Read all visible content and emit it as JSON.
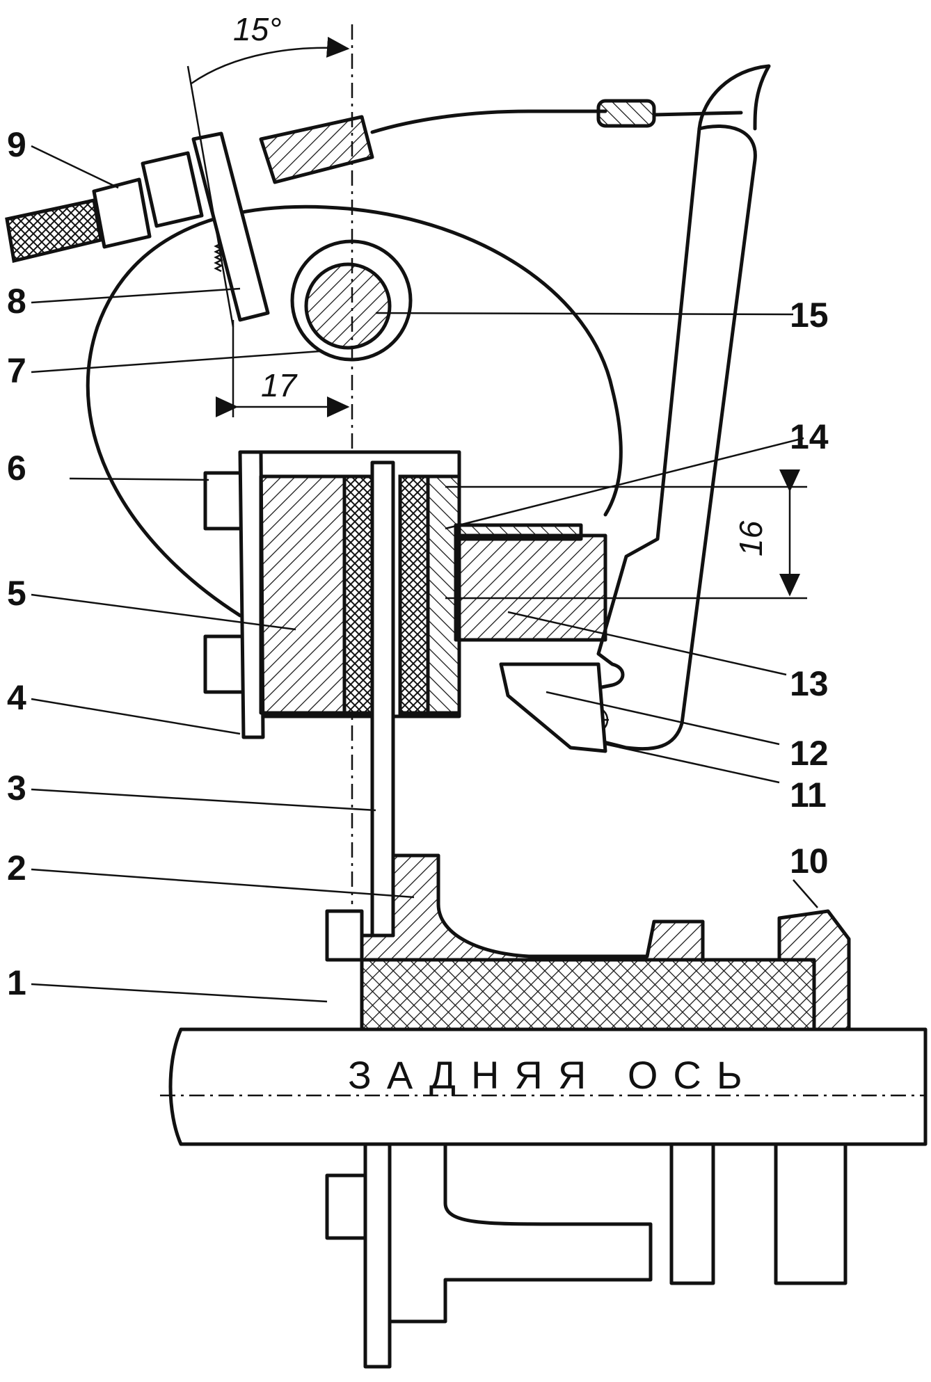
{
  "callouts": [
    "1",
    "2",
    "3",
    "4",
    "5",
    "6",
    "7",
    "8",
    "9",
    "10",
    "11",
    "12",
    "13",
    "14",
    "15"
  ],
  "dimensions": {
    "angle": "15°",
    "d16": "16",
    "d17": "17"
  },
  "axis_label": "ЗАДНЯЯ ОСЬ"
}
